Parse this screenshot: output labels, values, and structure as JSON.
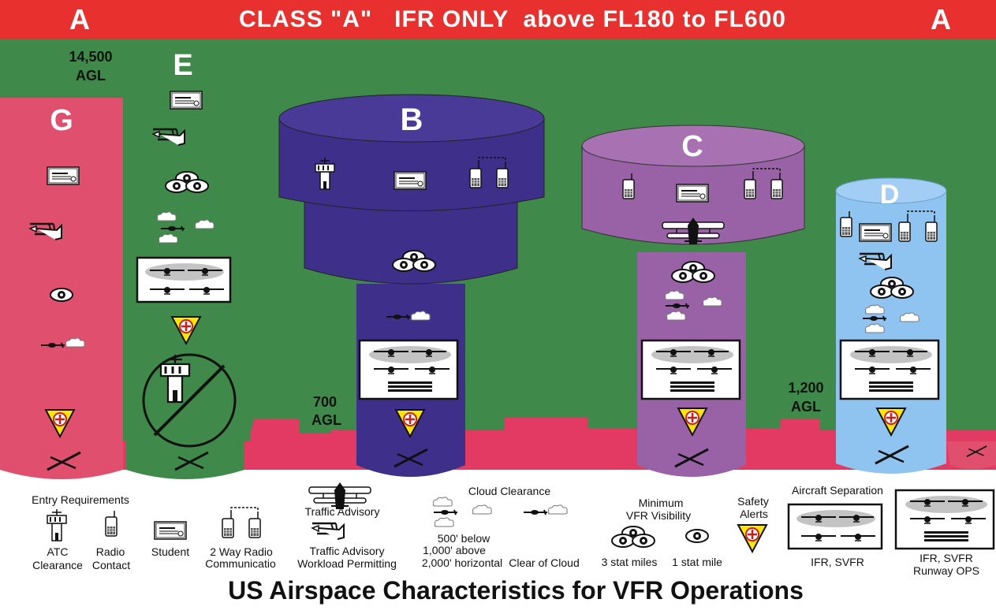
{
  "banner": {
    "left_mark": "A",
    "text": "CLASS \"A\"   IFR ONLY  above FL180 to FL600",
    "right_mark": "A"
  },
  "altitudes": {
    "e_floor_line1": "14,500",
    "e_floor_line2": "AGL",
    "b_floor_line1": "700",
    "b_floor_line2": "AGL",
    "d_floor_line1": "1,200",
    "d_floor_line2": "AGL"
  },
  "classes": {
    "g": "G",
    "e": "E",
    "b": "B",
    "c": "C",
    "d": "D"
  },
  "legend": {
    "entry_requirements": "Entry Requirements",
    "atc_line1": "ATC",
    "atc_line2": "Clearance",
    "radio_line1": "Radio",
    "radio_line2": "Contact",
    "student": "Student",
    "two_way_line1": "2 Way Radio",
    "two_way_line2": "Communicatio",
    "traffic_advisory": "Traffic Advisory",
    "traffic_workload_line1": "Traffic Advisory",
    "traffic_workload_line2": "Workload Permitting",
    "cloud_clearance": "Cloud Clearance",
    "cloud_500": "500' below",
    "cloud_1000": "1,000' above",
    "cloud_2000": "2,000' horizontal",
    "clear_of_cloud": "Clear of Cloud",
    "min_vis_line1": "Minimum",
    "min_vis_line2": "VFR Visibility",
    "three_stat": "3 stat miles",
    "one_stat": "1 stat mile",
    "safety_line1": "Safety",
    "safety_line2": "Alerts",
    "aircraft_separation": "Aircraft Separation",
    "ifr_svfr": "IFR, SVFR",
    "ifr_svfr_runway_line1": "IFR, SVFR",
    "ifr_svfr_runway_line2": "Runway OPS"
  },
  "title": "US Airspace Characteristics for VFR Operations",
  "colors": {
    "banner_red": "#e8312e",
    "green": "#3f8a4a",
    "class_g_pink": "#e0506e",
    "class_b_purple": "#3e2f8a",
    "class_c_mauve": "#9a62a6",
    "class_d_blue": "#8fc3f0",
    "ground_pink": "#e23a63",
    "safety_yellow": "#ffe600"
  }
}
